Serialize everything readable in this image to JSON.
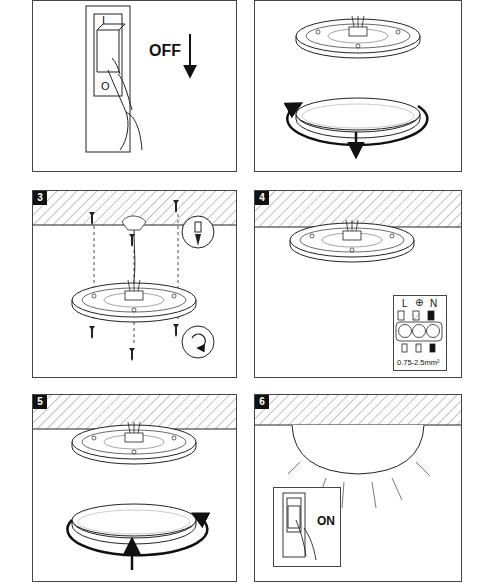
{
  "diagram": {
    "nodes": [
      {
        "text": [
          "I",
          "O",
          "OFF"
        ]
      },
      {
        "text": [
          "3"
        ]
      },
      {
        "text": [
          "4"
        ]
      },
      {
        "text": [
          "L",
          "⊕",
          "N",
          "0.75-2.5mm²"
        ],
        "in": 2
      },
      {
        "text": [
          "5"
        ]
      },
      {
        "text": [
          "6"
        ]
      },
      {
        "text": [
          "ON"
        ],
        "in": 5
      }
    ]
  }
}
